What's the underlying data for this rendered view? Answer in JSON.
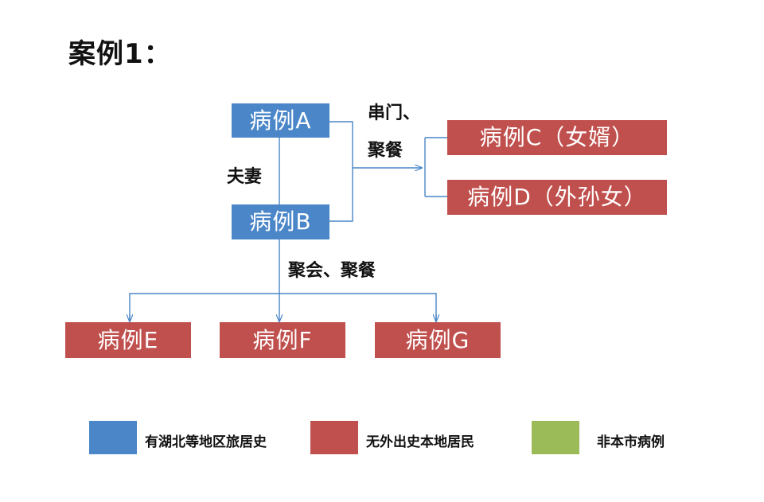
{
  "title": "案例1：",
  "nodes": {
    "a": "病例A",
    "b": "病例B",
    "c": "病例C（女婿）",
    "d": "病例D（外孙女）",
    "e": "病例E",
    "f": "病例F",
    "g": "病例G"
  },
  "edge_labels": {
    "couple": "夫妻",
    "visit_line1": "串门、",
    "visit_line2": "聚餐",
    "gathering": "聚会、聚餐"
  },
  "legend": [
    {
      "label": "有湖北等地区旅居史",
      "color": "#4a86c8"
    },
    {
      "label": "无外出史本地居民",
      "color": "#c0504d"
    },
    {
      "label": "非本市病例",
      "color": "#9bbb59"
    }
  ],
  "colors": {
    "travel_history": "#4a86c8",
    "local_resident": "#c0504d",
    "non_local": "#9bbb59",
    "connector": "#4a86c8"
  }
}
